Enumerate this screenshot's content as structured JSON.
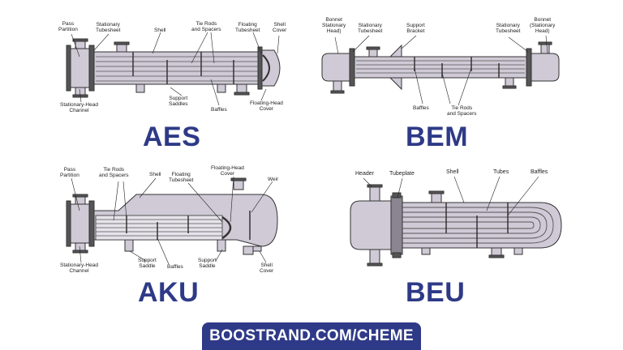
{
  "aes": {
    "name": "AES",
    "labels": {
      "pass_partition": "Pass\nPartition",
      "stationary_tubesheet": "Stationary\nTubesheet",
      "shell": "Shell",
      "tie_rods": "Tie Rods\nand Spacers",
      "floating_tubesheet": "Floating\nTubesheet",
      "shell_cover": "Shell\nCover",
      "stationary_head_channel": "Stationary-Head\nChannel",
      "support_saddles": "Support\nSaddles",
      "baffles": "Baffles",
      "floating_head_cover": "Floating-Head\nCover"
    }
  },
  "bem": {
    "name": "BEM",
    "labels": {
      "bonnet_left": "Bonnet\nStationary\nHead)",
      "stationary_tubesheet_left": "Stationary\nTubesheet",
      "support_bracket": "Support\nBracket",
      "stationary_tubesheet_right": "Stationary\nTubesheet",
      "bonnet_right": "Bonnet\n(Stationary\nHead)",
      "baffles": "Baffles",
      "tie_rods": "Tie Rods\nand Spacers"
    }
  },
  "aku": {
    "name": "AKU",
    "labels": {
      "pass_partition": "Pass\nPartition",
      "tie_rods": "Tie Rods\nand Spacers",
      "shell": "Shell",
      "floating_tubesheet": "Floating\nTubesheet",
      "floating_head_cover": "Floating-Head\nCover",
      "weir": "Weir",
      "stationary_head_channel": "Stationary-Head\nChannel",
      "support_saddle_left": "Support\nSaddle",
      "baffles": "Baffles",
      "support_saddle_right": "Support\nSaddle",
      "shell_cover": "Shell\nCover"
    }
  },
  "beu": {
    "name": "BEU",
    "labels": {
      "header": "Header",
      "tubeplate": "Tubeplate",
      "shell": "Shell",
      "tubes": "Tubes",
      "baffles": "Baffles"
    }
  },
  "banner": {
    "text": "BOOSTRAND.COM/CHEME"
  },
  "colors": {
    "shell_fill": "#cfcad6",
    "outline": "#333333",
    "accent": "#2e3a87"
  }
}
